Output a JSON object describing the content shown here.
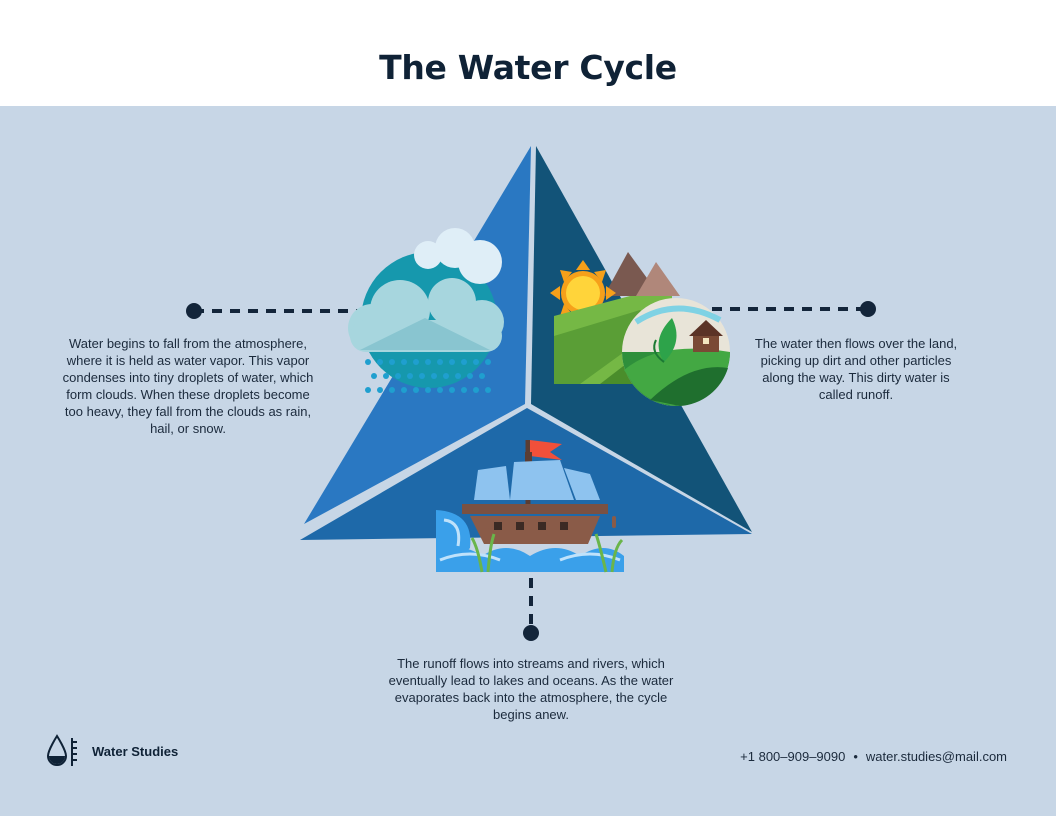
{
  "header": {
    "title": "The Water Cycle"
  },
  "stages": {
    "precipitation": "Water begins to fall from the atmosphere, where it is held as water vapor. This vapor condenses into tiny droplets of water, which form clouds. When these droplets become too heavy, they fall from the clouds as rain, hail, or snow.",
    "runoff": "The water then flows over the land, picking up dirt and other particles along the way. This dirty water is called runoff.",
    "collection": "The runoff flows into streams and rivers, which eventually lead to lakes and oceans. As the water evaporates back into the atmosphere, the cycle begins anew."
  },
  "footer": {
    "brand": "Water Studies",
    "phone": "+1 800–909–9090",
    "separator": "•",
    "email": "water.studies@mail.com"
  },
  "icons": {
    "brand": "water-drop-gauge-icon",
    "precipitation": "rain-cloud-icon",
    "runoff": "farmland-icon",
    "collection": "sailing-ship-icon"
  },
  "colors": {
    "background": "#c7d6e6",
    "triangle_left": "#2a78c2",
    "triangle_right": "#125378",
    "triangle_bottom": "#1e69a9",
    "title": "#0f2236"
  }
}
